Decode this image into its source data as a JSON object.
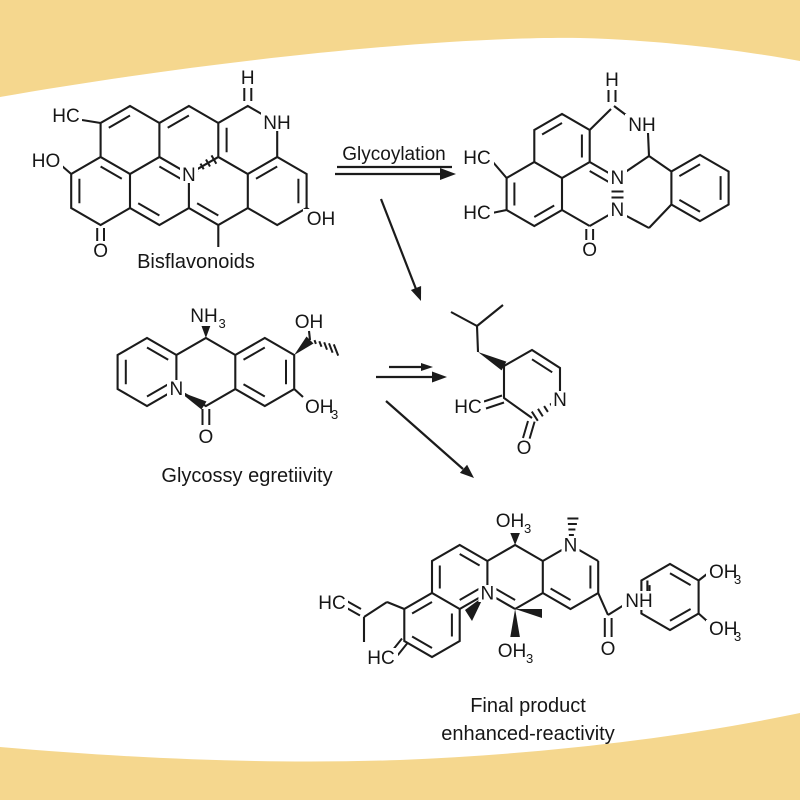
{
  "background": {
    "page_color": "#ffffff",
    "band_color": "#f5d78e"
  },
  "common": {
    "sub": "3"
  },
  "arrows": {
    "glycoylation_label": "Glycoylation"
  },
  "s1": {
    "caption": "Bisflavonoids",
    "hc": "HC",
    "h": "H",
    "nh": "NH",
    "ho": "HO",
    "n": "N",
    "oh": "OH",
    "o": "O"
  },
  "s2": {
    "h": "H",
    "nh": "NH",
    "hc_top": "HC",
    "hc_bottom": "HC",
    "n_top": "N",
    "n_bottom": "N",
    "o": "O"
  },
  "s3": {
    "caption": "Glycossy egretiivity",
    "nh3": "NH",
    "oh": "OH",
    "oh3": "OH",
    "n": "N",
    "o": "O"
  },
  "s4": {
    "hc": "HC",
    "n": "N",
    "o": "O"
  },
  "s5": {
    "caption_line1": "Final product",
    "caption_line2": "enhanced-reactivity",
    "oh3_top": "OH",
    "oh3_bottom": "OH",
    "n_core": "N",
    "n_amine": "N",
    "nh": "NH",
    "o": "O",
    "hc_top": "HC",
    "hc_bottom": "HC",
    "oh3_right_upper": "OH",
    "oh3_right_lower": "OH"
  }
}
